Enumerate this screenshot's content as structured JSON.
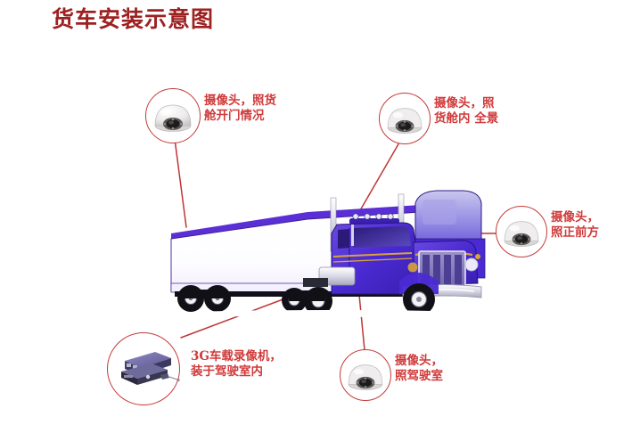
{
  "page": {
    "title": "货车安装示意图",
    "title_color": "#9e2121",
    "background": "#ffffff",
    "label_color": "#d03a3a",
    "leader_line_color": "#c03535",
    "circle_color": "#c43a3a",
    "truck_body_color": "#4b2fd0",
    "truck_trailer_color": "#ffffff",
    "truck_trailer_trim_color": "#5b2fd6"
  },
  "diagram": {
    "subject_name": "货车",
    "callouts": [
      {
        "id": "cam-cargo-door",
        "icon": "dome-camera-icon",
        "label_line1": "摄像头，照货",
        "label_line2": "舱开门情况",
        "label_full": "摄像头，照货舱开门情况"
      },
      {
        "id": "cam-cargo-interior",
        "icon": "dome-camera-icon",
        "label_line1": "摄像头，照",
        "label_line2": "货舱内 全景",
        "label_full": "摄像头，照货舱内 全景"
      },
      {
        "id": "cam-front-view",
        "icon": "dome-camera-icon",
        "label_line1": "摄像头，",
        "label_line2": "照正前方",
        "label_full": "摄像头，照正前方"
      },
      {
        "id": "dvr-3g",
        "icon": "mobile-dvr-icon",
        "label_line1": "3G车载录像机，",
        "label_line2": "装于驾驶室内",
        "label_full": "3G车载录像机，装于驾驶室内"
      },
      {
        "id": "cam-driver-cab",
        "icon": "dome-camera-icon",
        "label_line1": "摄像头，",
        "label_line2": "照驾驶室",
        "label_full": "摄像头，照驾驶室"
      }
    ]
  }
}
